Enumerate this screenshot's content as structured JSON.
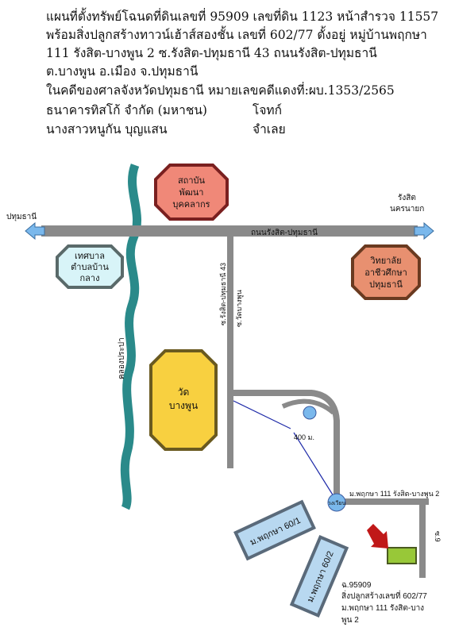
{
  "header": {
    "line1": "แผนที่ตั้งทรัพย์โฉนดที่ดินเลขที่ 95909  เลขที่ดิน 1123 หน้าสำรวจ 11557",
    "line2": "พร้อมสิ่งปลูกสร้างทาวน์เฮ้าส์สองชั้น เลขที่ 602/77  ตั้งอยู่ หมู่บ้านพฤกษา",
    "line3": "111 รังสิต-บางพูน 2  ซ.รังสิต-ปทุมธานี 43 ถนนรังสิต-ปทุมธานี",
    "line4": "ต.บางพูน อ.เมือง  จ.ปทุมธานี",
    "line5": "ในคดีของศาลจังหวัดปทุมธานี หมายเลขคดีแดงที่:ผบ.1353/2565",
    "plaintiff_name": "ธนาคารทิสโก้ จำกัด (มหาชน)",
    "plaintiff_role": "โจทก์",
    "defendant_name": "นางสาวหนูกัน บุญแสน",
    "defendant_role": "จำเลย"
  },
  "map": {
    "main_road": "ถนนรังสิต-ปทุมธานี",
    "west_direction": "ปทุมธานี",
    "east_direction_1": "รังสิต",
    "east_direction_2": "นครนายก",
    "canal": "คลองประปา",
    "soi_label_1": "ซ.รังสิต-ปทุมธานี 43",
    "soi_label_2": "ซ.วัดบางพูน",
    "distance": "400 ม.",
    "roundabout": "วงเวียน",
    "village_road": "ม.พฤกษา 111 รังสิต-บางพูน 2",
    "soi_9": "ซ.9",
    "landmarks": {
      "institute": [
        "สถาบัน",
        "พัฒนา",
        "บุคคลากร"
      ],
      "municipality": [
        "เทศบาล",
        "ตำบลบ้าน",
        "กลาง"
      ],
      "college": [
        "วิทยาลัย",
        "อาชีวศึกษา",
        "ปทุมธานี"
      ],
      "temple": [
        "วัด",
        "บางพูน"
      ],
      "village_block_1": "ม.พฤกษา 60/1",
      "village_block_2": "ม.พฤกษา 60/2"
    },
    "property_note": [
      "ฉ.95909",
      "สิ่งปลูกสร้างเลขที่ 602/77",
      "ม.พฤกษา 111 รังสิต-บาง",
      "พูน 2"
    ],
    "colors": {
      "road": "#8a8a8a",
      "canal": "#2a8a8a",
      "institute": "#f08878",
      "municipality": "#d8f4f8",
      "college": "#e89070",
      "temple": "#f8d040",
      "village_block": "#b8d8f0",
      "property": "#98c838",
      "arrow": "#c01818",
      "direction_arrow": "#7ab8ec"
    }
  }
}
